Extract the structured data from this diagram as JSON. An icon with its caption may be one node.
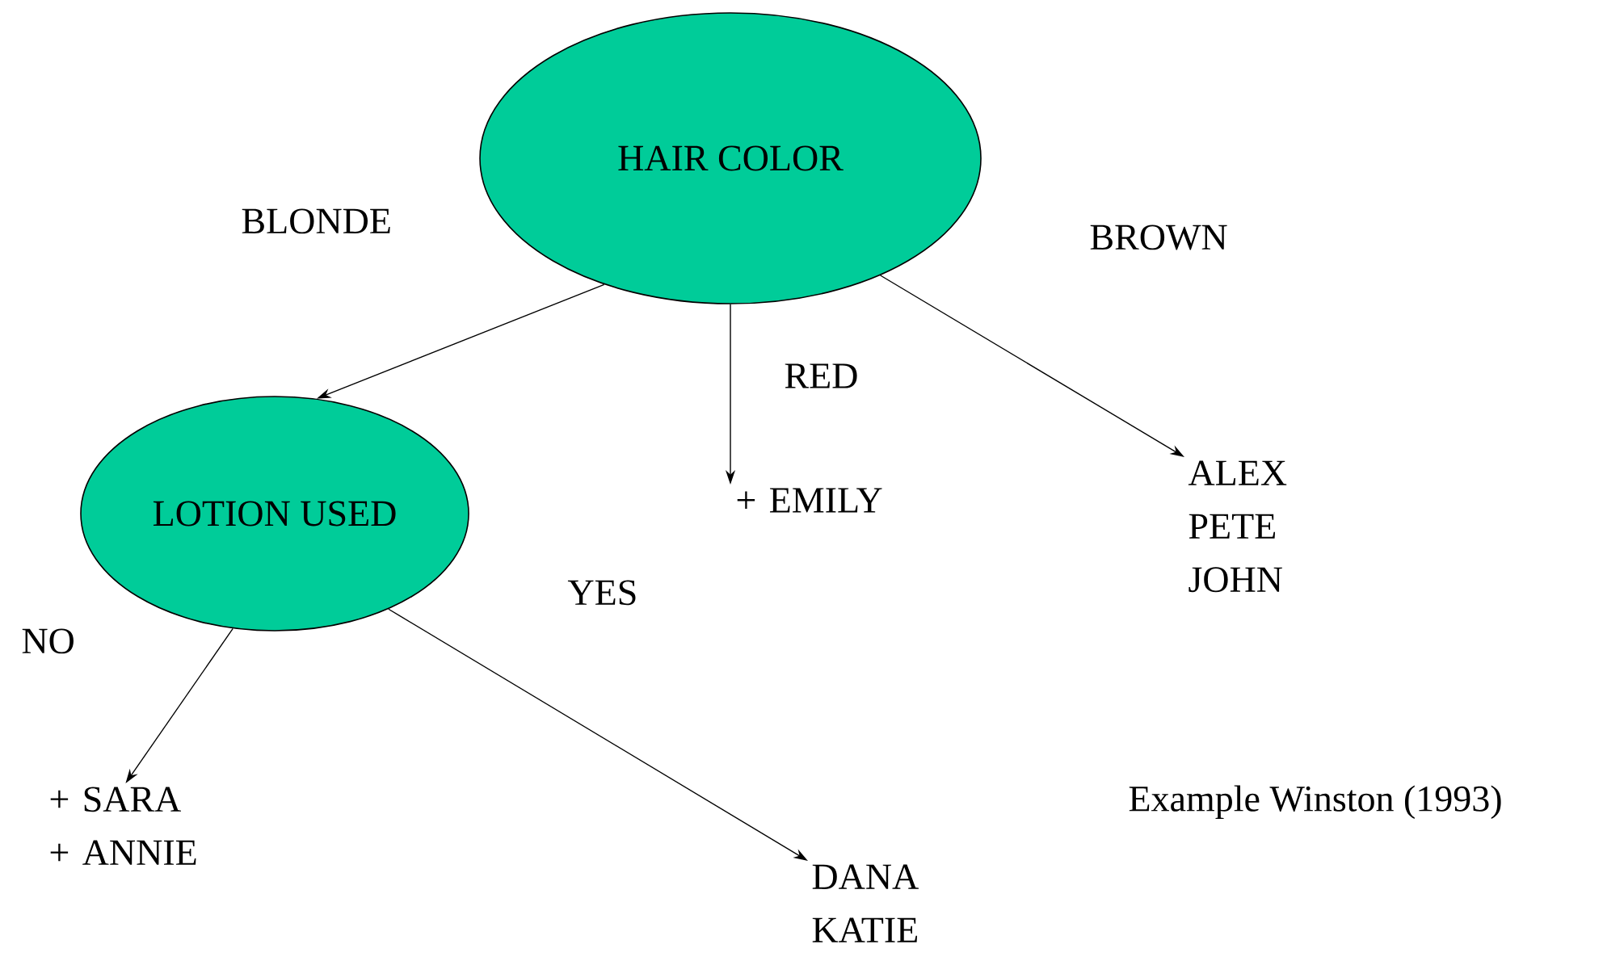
{
  "diagram": {
    "nodes": [
      {
        "text": [
          "HAIR COLOR"
        ]
      },
      {
        "text": [
          "LOTION USED"
        ]
      },
      {
        "text": [
          "+ EMILY"
        ]
      },
      {
        "text": [
          "ALEX PETE JOHN"
        ]
      },
      {
        "text": [
          "+ SARA + ANNIE"
        ]
      },
      {
        "text": [
          "DANA KATIE"
        ]
      }
    ],
    "edges": [
      {
        "from": 0,
        "to": 1,
        "arrow": "to",
        "label": "BLONDE"
      },
      {
        "from": 0,
        "to": 2,
        "arrow": "to",
        "label": "RED"
      },
      {
        "from": 0,
        "to": 3,
        "arrow": "to",
        "label": "BROWN"
      },
      {
        "from": 1,
        "to": 4,
        "arrow": "to",
        "label": "NO"
      },
      {
        "from": 1,
        "to": 5,
        "arrow": "to",
        "label": "YES"
      }
    ],
    "labels": [
      "Example Winston (1993)"
    ]
  }
}
